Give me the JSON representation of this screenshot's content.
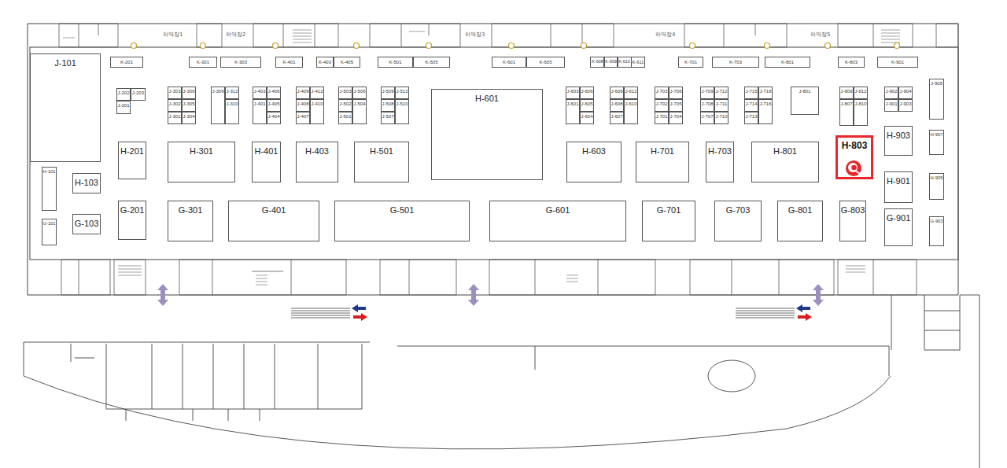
{
  "diagram": {
    "nodes": [
      {
        "text": [
          "K-201"
        ]
      },
      {
        "text": [
          "K-301"
        ]
      },
      {
        "text": [
          "K-303"
        ]
      },
      {
        "text": [
          "K-401"
        ]
      },
      {
        "text": [
          "K-403"
        ]
      },
      {
        "text": [
          "K-405"
        ]
      },
      {
        "text": [
          "K-501"
        ]
      },
      {
        "text": [
          "K-505"
        ]
      },
      {
        "text": [
          "K-601"
        ]
      },
      {
        "text": [
          "K-605"
        ]
      },
      {
        "text": [
          "K-608"
        ]
      },
      {
        "text": [
          "K-609"
        ]
      },
      {
        "text": [
          "K-610"
        ]
      },
      {
        "text": [
          "K-611"
        ]
      },
      {
        "text": [
          "K-701"
        ]
      },
      {
        "text": [
          "K-703"
        ]
      },
      {
        "text": [
          "K-801"
        ]
      },
      {
        "text": [
          "K-803"
        ]
      },
      {
        "text": [
          "K-901"
        ]
      },
      {
        "text": [
          "J-101"
        ]
      },
      {
        "text": [
          "J-202"
        ]
      },
      {
        "text": [
          "J-203"
        ]
      },
      {
        "text": [
          "J-201"
        ]
      },
      {
        "text": [
          "J-303"
        ]
      },
      {
        "text": [
          "J-306"
        ]
      },
      {
        "text": [
          "J-302"
        ]
      },
      {
        "text": [
          "J-305"
        ]
      },
      {
        "text": [
          "J-301"
        ]
      },
      {
        "text": [
          "J-304"
        ]
      },
      {
        "text": [
          "J-309"
        ]
      },
      {
        "text": [
          "J-312"
        ]
      },
      {
        "text": [
          "J-310"
        ]
      },
      {
        "text": [
          "J-403"
        ]
      },
      {
        "text": [
          "J-406"
        ]
      },
      {
        "text": [
          "J-401"
        ]
      },
      {
        "text": [
          "J-405"
        ]
      },
      {
        "text": [
          "J-404"
        ]
      },
      {
        "text": [
          "J-409"
        ]
      },
      {
        "text": [
          "J-412"
        ]
      },
      {
        "text": [
          "J-408"
        ]
      },
      {
        "text": [
          "J-410"
        ]
      },
      {
        "text": [
          "J-407"
        ]
      },
      {
        "text": [
          "J-503"
        ]
      },
      {
        "text": [
          "J-506"
        ]
      },
      {
        "text": [
          "J-502"
        ]
      },
      {
        "text": [
          "J-504"
        ]
      },
      {
        "text": [
          "J-501"
        ]
      },
      {
        "text": [
          "J-509"
        ]
      },
      {
        "text": [
          "J-512"
        ]
      },
      {
        "text": [
          "J-508"
        ]
      },
      {
        "text": [
          "J-510"
        ]
      },
      {
        "text": [
          "J-507"
        ]
      },
      {
        "text": [
          "J-603"
        ]
      },
      {
        "text": [
          "J-606"
        ]
      },
      {
        "text": [
          "J-601"
        ]
      },
      {
        "text": [
          "J-605"
        ]
      },
      {
        "text": [
          "J-604"
        ]
      },
      {
        "text": [
          "J-609"
        ]
      },
      {
        "text": [
          "J-612"
        ]
      },
      {
        "text": [
          "J-608"
        ]
      },
      {
        "text": [
          "J-610"
        ]
      },
      {
        "text": [
          "J-607"
        ]
      },
      {
        "text": [
          "J-703"
        ]
      },
      {
        "text": [
          "J-706"
        ]
      },
      {
        "text": [
          "J-702"
        ]
      },
      {
        "text": [
          "J-705"
        ]
      },
      {
        "text": [
          "J-701"
        ]
      },
      {
        "text": [
          "J-704"
        ]
      },
      {
        "text": [
          "J-709"
        ]
      },
      {
        "text": [
          "J-712"
        ]
      },
      {
        "text": [
          "J-708"
        ]
      },
      {
        "text": [
          "J-711"
        ]
      },
      {
        "text": [
          "J-707"
        ]
      },
      {
        "text": [
          "J-710"
        ]
      },
      {
        "text": [
          "J-715"
        ]
      },
      {
        "text": [
          "J-718"
        ]
      },
      {
        "text": [
          "J-714"
        ]
      },
      {
        "text": [
          "J-716"
        ]
      },
      {
        "text": [
          "J-713"
        ]
      },
      {
        "text": [
          "J-801"
        ]
      },
      {
        "text": [
          "J-809"
        ]
      },
      {
        "text": [
          "J-812"
        ]
      },
      {
        "text": [
          "J-807"
        ]
      },
      {
        "text": [
          "J-810"
        ]
      },
      {
        "text": [
          "J-902"
        ]
      },
      {
        "text": [
          "J-904"
        ]
      },
      {
        "text": [
          "J-901"
        ]
      },
      {
        "text": [
          "J-903"
        ]
      },
      {
        "text": [
          "J-905"
        ]
      },
      {
        "text": [
          "H-601"
        ]
      },
      {
        "text": [
          "H-201"
        ]
      },
      {
        "text": [
          "H-301"
        ]
      },
      {
        "text": [
          "H-401"
        ]
      },
      {
        "text": [
          "H-403"
        ]
      },
      {
        "text": [
          "H-501"
        ]
      },
      {
        "text": [
          "H-603"
        ]
      },
      {
        "text": [
          "H-701"
        ]
      },
      {
        "text": [
          "H-703"
        ]
      },
      {
        "text": [
          "H-801"
        ]
      },
      {
        "text": [
          "H-803"
        ]
      },
      {
        "text": [
          "H-903"
        ]
      },
      {
        "text": [
          "H-907"
        ]
      },
      {
        "text": [
          "H-901"
        ]
      },
      {
        "text": [
          "H-905"
        ]
      },
      {
        "text": [
          "H-101"
        ]
      },
      {
        "text": [
          "H-103"
        ]
      },
      {
        "text": [
          "G-103"
        ]
      },
      {
        "text": [
          "G-101"
        ]
      },
      {
        "text": [
          "G-201"
        ]
      },
      {
        "text": [
          "G-301"
        ]
      },
      {
        "text": [
          "G-401"
        ]
      },
      {
        "text": [
          "G-501"
        ]
      },
      {
        "text": [
          "G-601"
        ]
      },
      {
        "text": [
          "G-701"
        ]
      },
      {
        "text": [
          "G-703"
        ]
      },
      {
        "text": [
          "G-801"
        ]
      },
      {
        "text": [
          "G-803"
        ]
      },
      {
        "text": [
          "G-901"
        ]
      },
      {
        "text": [
          "G-903"
        ]
      }
    ],
    "labels": [
      "하역장1",
      "하역장2",
      "하역장3",
      "하역장4",
      "하역장5"
    ]
  }
}
